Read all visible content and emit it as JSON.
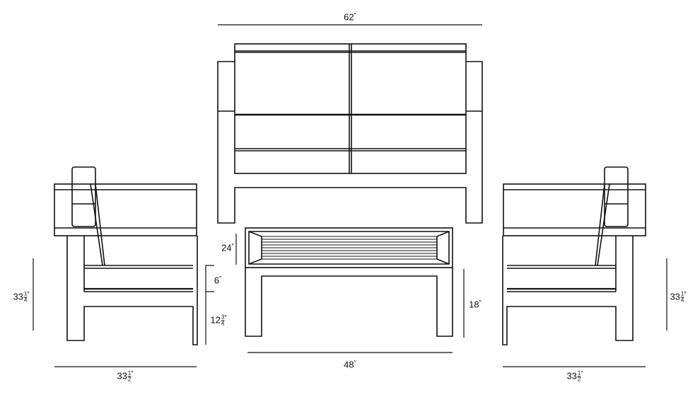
{
  "dimensions": {
    "sofa_width": {
      "whole": "62",
      "unit": "″"
    },
    "table_width": {
      "whole": "48",
      "unit": "″"
    },
    "table_height": {
      "whole": "18",
      "unit": "″"
    },
    "chair_arm_height": {
      "whole": "24",
      "unit": "″"
    },
    "cushion_thickness": {
      "whole": "6",
      "unit": "″"
    },
    "seat_height": {
      "whole": "12",
      "num": "3",
      "den": "4",
      "unit": "″"
    },
    "left_chair_height": {
      "whole": "33",
      "num": "1",
      "den": "4",
      "unit": "″"
    },
    "left_chair_depth": {
      "whole": "33",
      "num": "1",
      "den": "2",
      "unit": "″"
    },
    "right_chair_height": {
      "whole": "33",
      "num": "1",
      "den": "4",
      "unit": "″"
    },
    "right_chair_depth": {
      "whole": "33",
      "num": "1",
      "den": "2",
      "unit": "″"
    }
  },
  "colors": {
    "line": "#111111",
    "background": "#ffffff"
  }
}
